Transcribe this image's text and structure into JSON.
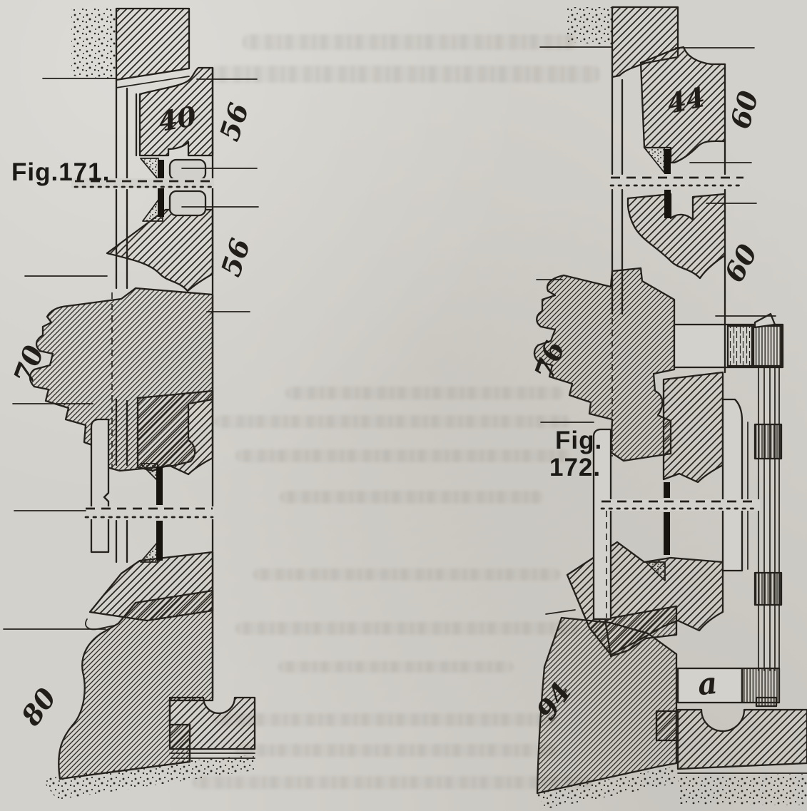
{
  "page": {
    "paper_color": "#d3d1cb",
    "ink_color": "#24211c"
  },
  "figure_171": {
    "caption": "Fig.171.",
    "dims": {
      "sash_width": "40",
      "frame_depth_upper": "56",
      "frame_depth_lower": "56",
      "transom_depth": "70",
      "sill_depth": "80"
    }
  },
  "figure_172": {
    "caption_line1": "Fig.",
    "caption_line2": "172.",
    "dims": {
      "sash_width": "44",
      "frame_depth_upper": "60",
      "frame_depth_lower": "60",
      "transom_depth": "76",
      "sill_depth": "94",
      "window_board_letter": "a"
    }
  }
}
